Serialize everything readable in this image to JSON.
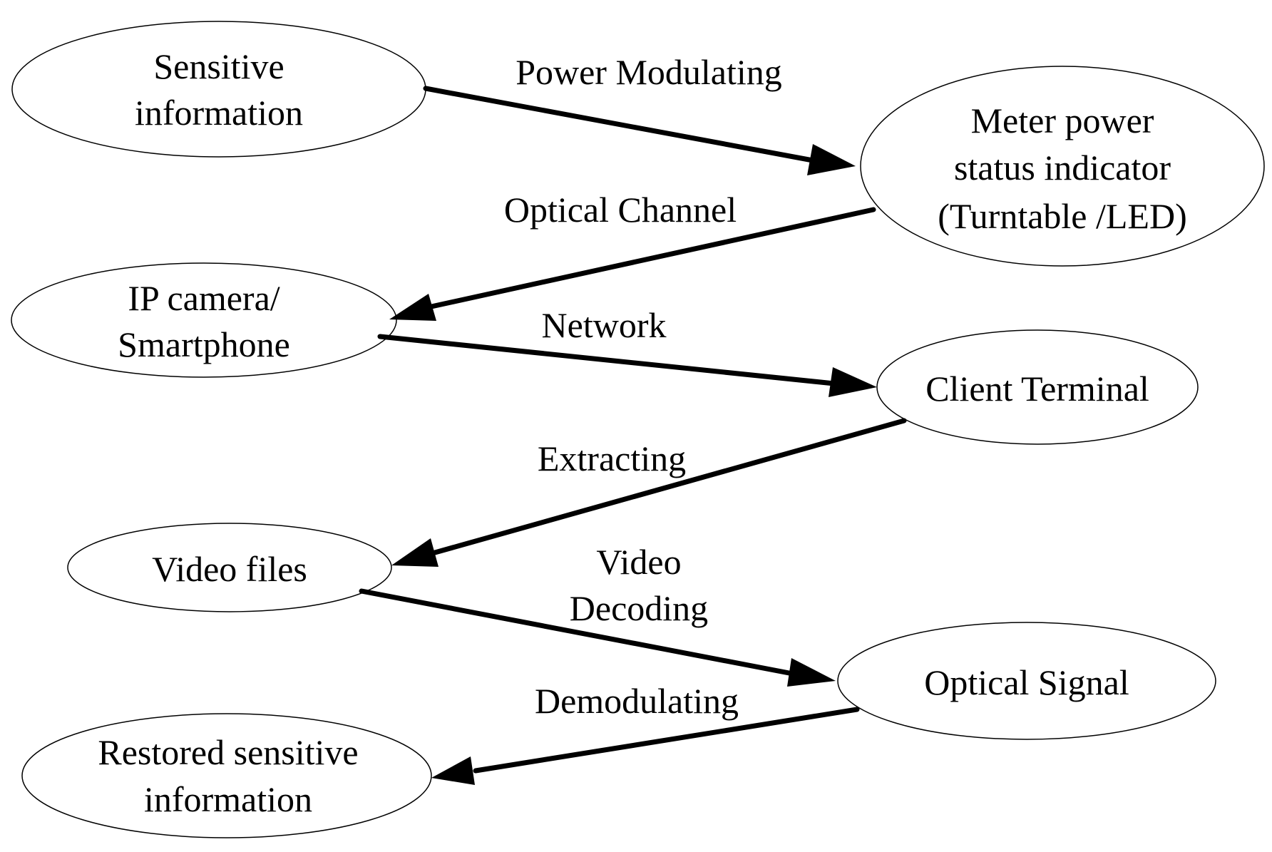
{
  "nodes": {
    "sensitive_information": [
      "Sensitive",
      "information"
    ],
    "meter_power_status_indicator": [
      "Meter power",
      "status indicator",
      "(Turntable /LED)"
    ],
    "ip_camera_smartphone": [
      "IP camera/",
      "Smartphone"
    ],
    "client_terminal": [
      "Client Terminal"
    ],
    "video_files": [
      "Video files"
    ],
    "optical_signal": [
      "Optical Signal"
    ],
    "restored_sensitive_information": [
      "Restored sensitive",
      "information"
    ]
  },
  "edges": {
    "power_modulating": [
      "Power Modulating"
    ],
    "optical_channel": [
      "Optical Channel"
    ],
    "network": [
      "Network"
    ],
    "extracting": [
      "Extracting"
    ],
    "video_decoding": [
      "Video",
      "Decoding"
    ],
    "demodulating": [
      "Demodulating"
    ]
  },
  "colors": {
    "stroke": "#000000",
    "background": "#ffffff"
  }
}
